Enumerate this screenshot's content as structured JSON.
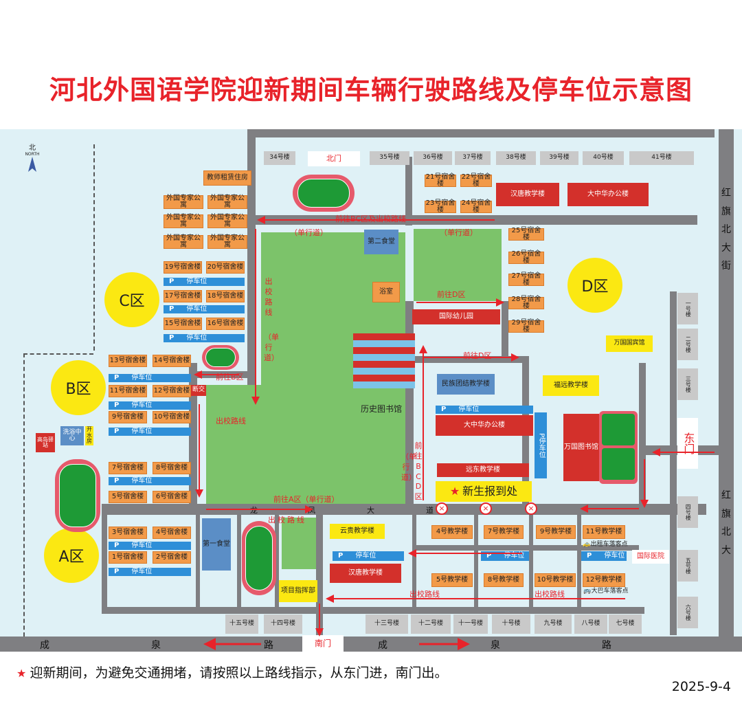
{
  "title": "河北外国语学院迎新期间车辆行驶路线及停车位示意图",
  "compass": {
    "char": "北",
    "word": "NORTH"
  },
  "zones": {
    "a": "A区",
    "b": "B区",
    "c": "C区",
    "d": "D区"
  },
  "gates": {
    "north": "北门",
    "south": "南门",
    "east": "东门"
  },
  "streets": {
    "hongqi_top": "红旗北大街",
    "hongqi_bottom": "红旗北大",
    "chengquan_1": [
      "成",
      "泉",
      "路"
    ],
    "chengquan_2": [
      "成",
      "泉",
      "路"
    ],
    "longfeng": [
      "龙",
      "凤",
      "大",
      "道"
    ]
  },
  "routes": {
    "to_bc_exit": "前往BC区及出校路线",
    "oneway": "（单行道）",
    "exit_route": "出校路线",
    "exit_vertical": "出校路线",
    "oneway_vertical": "（单行道）",
    "to_b": "前往B区",
    "to_d1": "前往D区",
    "to_d2": "前往D区",
    "to_bcd": "前往BCD区",
    "to_a": "前往A区（单行道）",
    "exit_route_2": "出校路线",
    "exit_route_3": "出校路线",
    "exit_route_4": "出校路线"
  },
  "buildings": {
    "teacher": "教师租赁住房",
    "expert": "外国专家公寓",
    "d19": "19号宿舍楼",
    "d20": "20号宿舍楼",
    "d17": "17号宿舍楼",
    "d18": "18号宿舍楼",
    "d15": "15号宿舍楼",
    "d16": "16号宿舍楼",
    "d13": "13号宿舍楼",
    "d14": "14号宿舍楼",
    "d11": "11号宿舍楼",
    "d12": "12号宿舍楼",
    "d9": "9号宿舍楼",
    "d10": "10号宿舍楼",
    "d7": "7号宿舍楼",
    "d8": "8号宿舍楼",
    "d5": "5号宿舍楼",
    "d6": "6号宿舍楼",
    "d3": "3号宿舍楼",
    "d4": "4号宿舍楼",
    "d1": "1号宿舍楼",
    "d2": "2号宿舍楼",
    "d21": "21号宿舍楼",
    "d22": "22号宿舍楼",
    "d23": "23号宿舍楼",
    "d24": "24号宿舍楼",
    "d25": "25号宿舍楼",
    "d26": "26号宿舍楼",
    "d27": "27号宿舍楼",
    "d28": "28号宿舍楼",
    "d29": "29号宿舍楼",
    "b34": "34号楼",
    "b35": "35号楼",
    "b36": "36号楼",
    "b37": "37号楼",
    "b38": "38号楼",
    "b39": "39号楼",
    "b40": "40号楼",
    "b41": "41号楼",
    "hantang": "汉唐教学楼",
    "dazhonghua": "大中华办公楼",
    "canteen2": "第二食堂",
    "bath": "浴室",
    "kinder": "国际幼儿园",
    "library": "历史图书馆",
    "minzu": "民族团结教学楼",
    "dzh_office": "大中华办公楼",
    "yuandong": "远东教学楼",
    "fuyuan": "福远教学楼",
    "wanguo_lib": "万国图书馆",
    "wanguo_hotel": "万国国宾馆",
    "shower": "洗浴中心",
    "water": "开水房",
    "island": "高岛驿站",
    "intersection": "断交",
    "canteen1": "第一食堂",
    "yungui": "云贵教学楼",
    "hantang2": "汉唐教学楼",
    "project": "项目指挥部",
    "t4": "4号教学楼",
    "t7": "7号教学楼",
    "t9": "9号教学楼",
    "t11": "11号教学楼",
    "t5": "5号教学楼",
    "t8": "8号教学楼",
    "t10": "10号教学楼",
    "t12": "12号教学楼",
    "taxi": "出租车落客点",
    "bus": "大巴车落客点",
    "hospital": "国际医院",
    "registration": "新生报到处",
    "east1": "一号楼",
    "east2": "二号楼",
    "east3": "三号楼",
    "east4": "四号楼",
    "east5": "五号楼",
    "east6": "六号楼",
    "s15": "十五号楼",
    "s14": "十四号楼",
    "s13": "十三号楼",
    "s12": "十二号楼",
    "s11": "十一号楼",
    "s10": "十号楼",
    "s9": "九号楼",
    "s8": "八号楼",
    "s7": "七号楼"
  },
  "parking": {
    "p": "P",
    "label": "停车位",
    "vertical": "停车位"
  },
  "footer": {
    "note": "迎新期间，为避免交通拥堵，请按照以上路线指示，从东门进，南门出。",
    "date": "2025-9-4"
  }
}
